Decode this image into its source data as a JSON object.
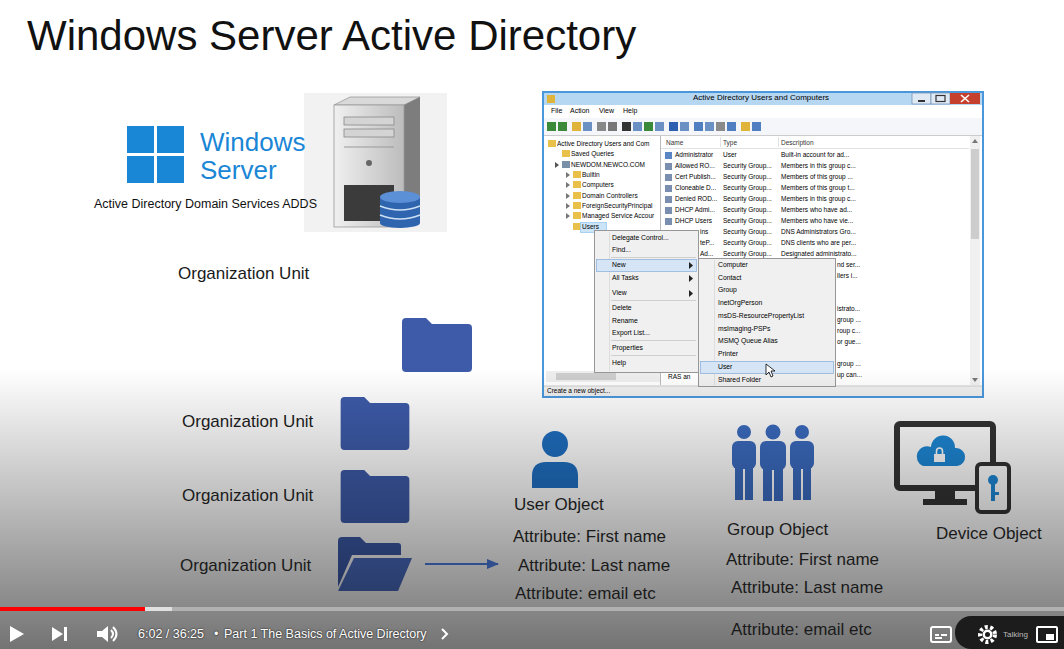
{
  "diagram": {
    "title": "Windows Server Active Directory",
    "nodes": [
      {
        "text": [
          "Organization Unit"
        ]
      },
      {
        "text": [
          "Organization Unit"
        ]
      },
      {
        "text": [
          "Organization Unit"
        ]
      },
      {
        "text": [
          "Organization Unit"
        ]
      },
      {
        "text": [
          "User Object",
          "Attribute: First name",
          "Attribute: Last name",
          "Attribute: email etc"
        ]
      },
      {
        "text": [
          "Group Object",
          "Attribute: First name",
          "Attribute: Last name",
          "Attribute: email etc"
        ]
      },
      {
        "text": [
          "Device Object"
        ]
      }
    ],
    "edges": [
      {
        "from": 3,
        "to": 4,
        "arrow": "to"
      }
    ],
    "labels": [
      "Windows",
      "Server",
      "Active Directory Domain Services ADDS",
      "Active Directory Users and Computers",
      "File",
      "Action",
      "View",
      "Help",
      "Active Directory Users and Com",
      "Saved Queries",
      "NEWDOM.NEWCO.COM",
      "Builtin",
      "Computers",
      "Domain Controllers",
      "ForeignSecurityPrincipal",
      "Managed Service Accour",
      "Users",
      "Name",
      "Type",
      "Description",
      "Administrator",
      "User",
      "Built-in account for ad...",
      "Allowed RO...",
      "Security Group...",
      "Members in this group c...",
      "Cert Publish...",
      "Security Group...",
      "Members of this group ...",
      "Cloneable D...",
      "Security Group...",
      "Members of this group t...",
      "Denied ROD...",
      "Security Group...",
      "Members in this group c...",
      "DHCP Admi...",
      "Security Group...",
      "Members who have ad...",
      "DHCP Users",
      "Security Group...",
      "Members who have vie...",
      "ins",
      "Security Group...",
      "DNS Administrators Gro...",
      "teP...",
      "Security Group...",
      "DNS clients who are per...",
      "Ad...",
      "Security Group...",
      "Designated administrato...",
      "nd ser...",
      "llers i...",
      "istrato...",
      "group ...",
      "roup c...",
      "or gue...",
      "group ...",
      "up can...",
      "Delegate Control...",
      "Find...",
      "New",
      "All Tasks",
      "View",
      "Delete",
      "Rename",
      "Export List...",
      "Properties",
      "Help",
      "Computer",
      "Contact",
      "Group",
      "InetOrgPerson",
      "msDS-ResourcePropertyList",
      "msImaging-PSPs",
      "MSMQ Queue Alias",
      "Printer",
      "User",
      "Shared Folder",
      "RAS an",
      "Create a new object...",
      "6:02 / 36:25",
      "•",
      "Part 1 The Basics of Active Directory",
      "Talking"
    ]
  }
}
